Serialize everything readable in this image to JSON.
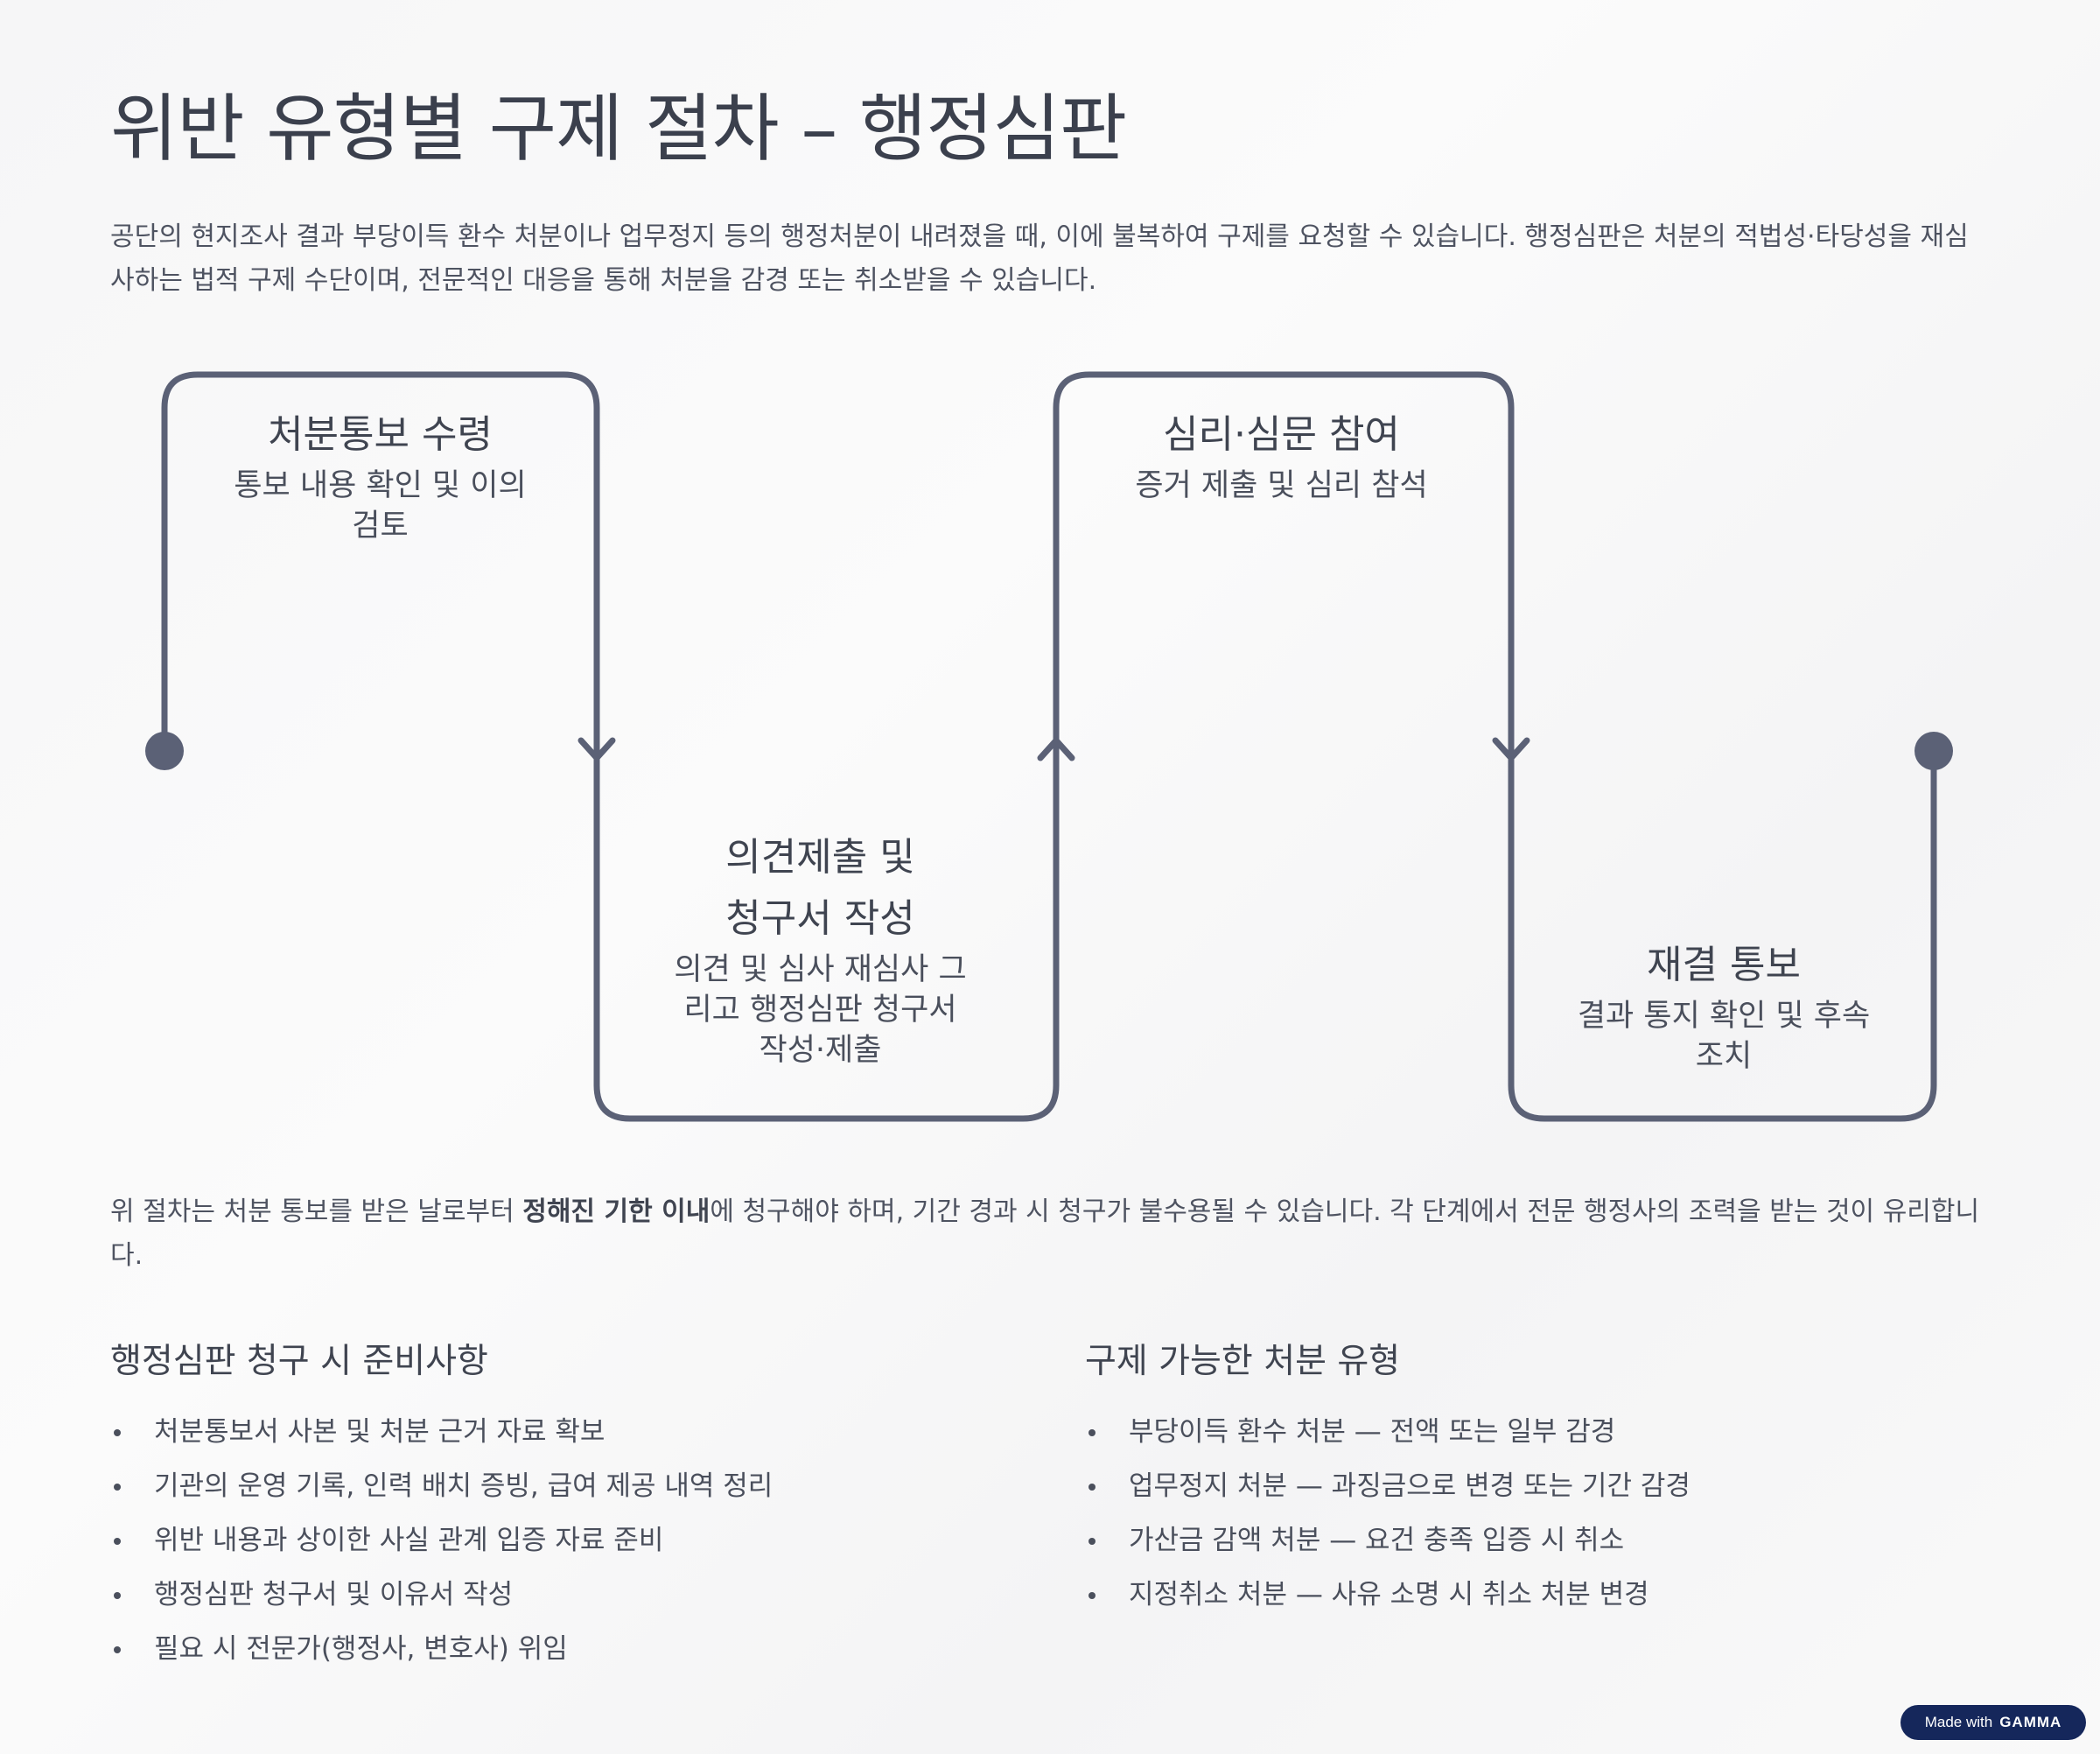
{
  "page": {
    "title": "위반 유형별 구제 절차 – 행정심판",
    "intro": "공단의 현지조사 결과 부당이득 환수 처분이나 업무정지 등의 행정처분이 내려졌을 때, 이에 불복하여 구제를 요청할 수 있습니다. 행정심판은 처분의 적법성·타당성을 재심사하는 법적 구제 수단이며, 전문적인 대응을 통해 처분을 감경 또는 취소받을 수 있습니다."
  },
  "flow": {
    "line_color": "#5b6176",
    "steps": [
      {
        "title": "처분통보 수령",
        "desc": "통보 내용 확인 및 이의 검토"
      },
      {
        "title": "의견제출 및 청구서 작성",
        "desc": "의견 및 심사 재심사 그리고 행정심판 청구서 작성·제출"
      },
      {
        "title": "심리·심문 참여",
        "desc": "증거 제출 및 심리 참석"
      },
      {
        "title": "재결 통보",
        "desc": "결과 통지 확인 및 후속조치"
      }
    ]
  },
  "note": {
    "before": "위 절차는 처분 통보를 받은 날로부터 ",
    "bold": "정해진 기한 이내",
    "after": "에  청구해야 하며, 기간 경과 시 청구가 불수용될 수 있습니다. 각 단계에서 전문 행정사의 조력을 받는 것이 유리합니다."
  },
  "prep": {
    "heading": "행정심판 청구 시 준비사항",
    "items": [
      "처분통보서 사본 및 처분 근거 자료 확보",
      "기관의 운영 기록, 인력 배치 증빙, 급여 제공 내역 정리",
      "위반 내용과 상이한 사실 관계 입증 자료 준비",
      "행정심판 청구서 및 이유서 작성",
      "필요 시 전문가(행정사, 변호사) 위임"
    ]
  },
  "types": {
    "heading": "구제 가능한 처분 유형",
    "items": [
      "부당이득 환수 처분 — 전액 또는 일부 감경",
      "업무정지 처분 — 과징금으로 변경 또는 기간 감경",
      "가산금 감액 처분 — 요건 충족 입증 시 취소",
      "지정취소 처분 — 사유 소명 시 취소 처분 변경"
    ]
  },
  "badge": {
    "made": "Made with",
    "brand": "GAMMA",
    "color": "#15275b"
  }
}
